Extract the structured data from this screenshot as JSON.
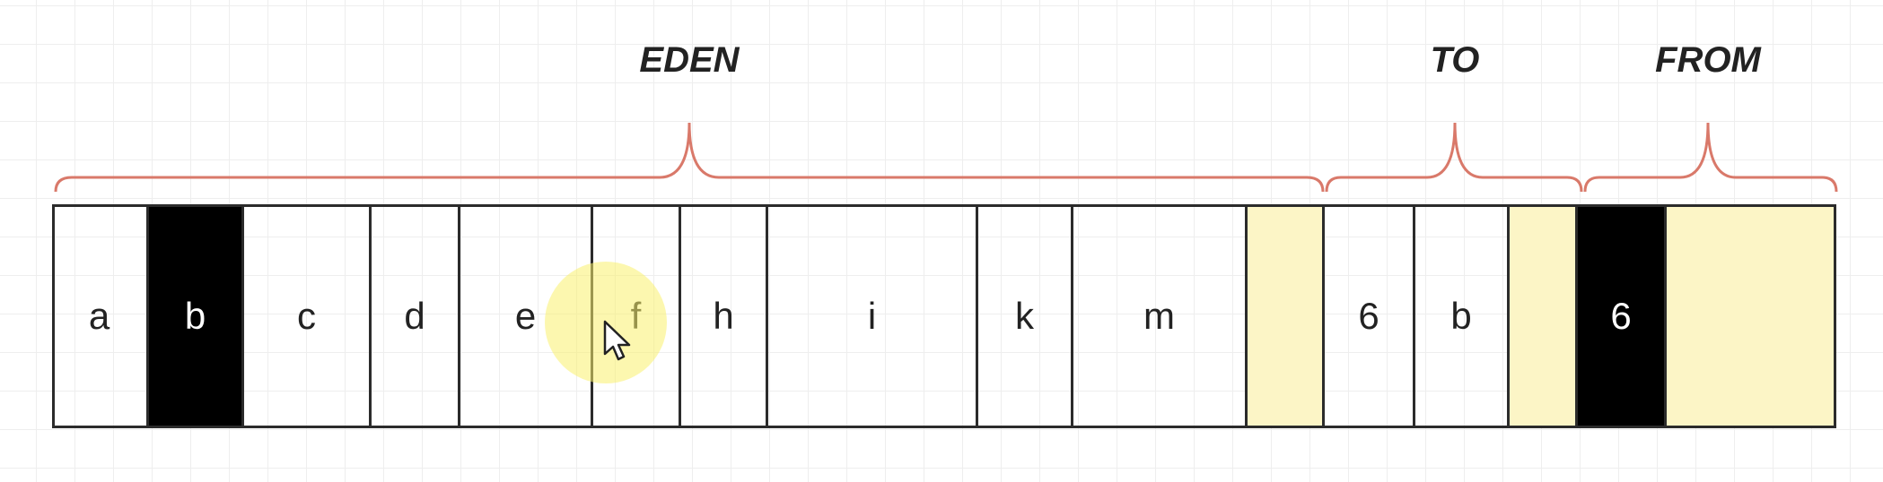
{
  "regions": [
    {
      "name": "eden",
      "label": "EDEN"
    },
    {
      "name": "to",
      "label": "TO"
    },
    {
      "name": "from",
      "label": "FROM"
    }
  ],
  "cells": [
    {
      "label": "a",
      "state": "normal"
    },
    {
      "label": "b",
      "state": "live"
    },
    {
      "label": "c",
      "state": "normal"
    },
    {
      "label": "d",
      "state": "normal"
    },
    {
      "label": "e",
      "state": "normal"
    },
    {
      "label": "f",
      "state": "normal"
    },
    {
      "label": "h",
      "state": "normal"
    },
    {
      "label": "i",
      "state": "normal"
    },
    {
      "label": "k",
      "state": "normal"
    },
    {
      "label": "m",
      "state": "normal"
    },
    {
      "label": "",
      "state": "free"
    },
    {
      "label": "6",
      "state": "normal"
    },
    {
      "label": "b",
      "state": "normal"
    },
    {
      "label": "",
      "state": "free"
    },
    {
      "label": "6",
      "state": "live"
    },
    {
      "label": "",
      "state": "free"
    }
  ],
  "colors": {
    "brace": "#d9796a",
    "live_cell": "#000000",
    "free_cell": "#fcf5c6",
    "cursor_highlight": "#faf06e"
  },
  "icons": [
    "mouse-pointer-icon"
  ]
}
